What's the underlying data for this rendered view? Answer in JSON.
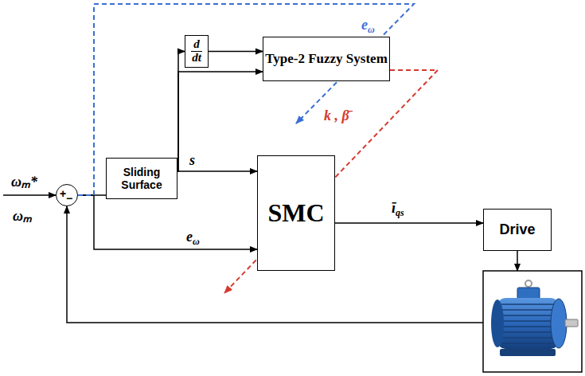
{
  "diagram": {
    "nodes": [
      {
        "text": [
          "+",
          "−"
        ]
      },
      {
        "text": [
          "Sliding Surface"
        ]
      },
      {
        "text": [
          "d",
          "dt"
        ]
      },
      {
        "text": [
          "Type-2 Fuzzy System"
        ]
      },
      {
        "text": [
          "SMC"
        ]
      },
      {
        "text": [
          "Drive"
        ]
      }
    ],
    "edges": [
      {
        "from": 0,
        "to": 1,
        "arrow": "none"
      },
      {
        "from": 1,
        "to": 2,
        "arrow": "to"
      },
      {
        "from": 1,
        "to": 3,
        "arrow": "to"
      },
      {
        "from": 2,
        "to": 3,
        "arrow": "to"
      },
      {
        "from": 1,
        "to": 4,
        "label": "s",
        "arrow": "to"
      },
      {
        "from": 0,
        "to": 4,
        "label": "eω",
        "arrow": "to"
      },
      {
        "from": 4,
        "to": 5,
        "label": "īqs",
        "arrow": "to"
      },
      {
        "from": 0,
        "to": 3,
        "label": "eω",
        "arrow": "to"
      },
      {
        "from": 3,
        "to": 4,
        "label": "k , β̄",
        "arrow": "to"
      }
    ],
    "labels": [
      "ωₘ*",
      "ωₘ"
    ]
  }
}
